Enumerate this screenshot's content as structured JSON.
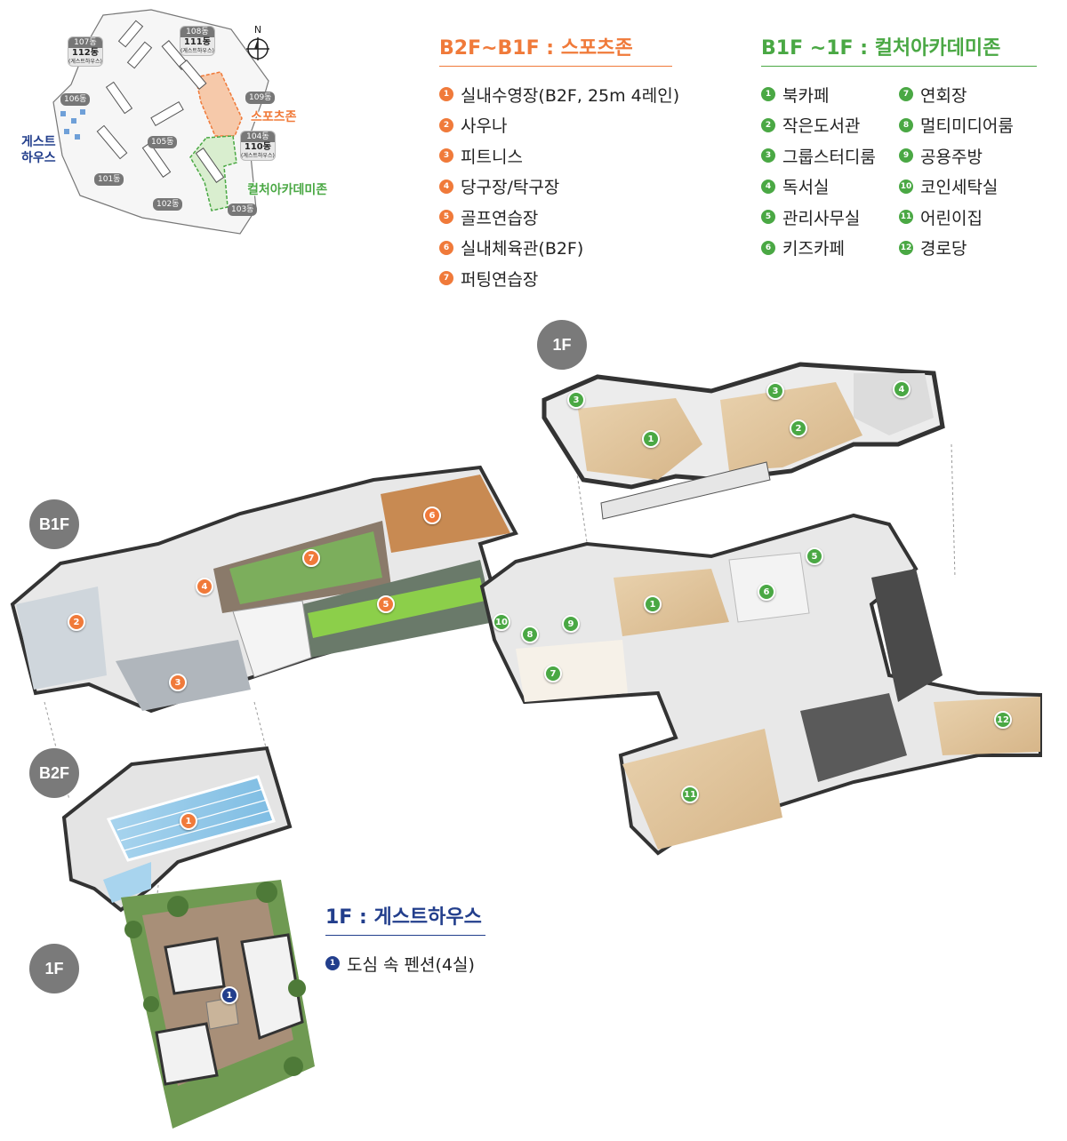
{
  "colors": {
    "sports": "#f07a3a",
    "culture": "#4aa844",
    "guest": "#223e8c",
    "badge": "#7a7a7a"
  },
  "sitemap": {
    "buildings": {
      "b107": "107동",
      "b112": "112동",
      "b112_sub": "(게스트하우스)",
      "b108": "108동",
      "b111": "111동",
      "b111_sub": "(게스트하우스)",
      "b106": "106동",
      "b109": "109동",
      "b105": "105동",
      "b104": "104동",
      "b110": "110동",
      "b110_sub": "(게스트하우스)",
      "b101": "101동",
      "b102": "102동",
      "b103": "103동"
    },
    "compass": "N",
    "labels": {
      "sports": "스포츠존",
      "culture": "컬처아카데미존",
      "guest_line1": "게스트",
      "guest_line2": "하우스"
    }
  },
  "sports_legend": {
    "title": "B2F~B1F : 스포츠존",
    "items": [
      {
        "n": "1",
        "label": "실내수영장(B2F, 25m 4레인)"
      },
      {
        "n": "2",
        "label": "사우나"
      },
      {
        "n": "3",
        "label": "피트니스"
      },
      {
        "n": "4",
        "label": "당구장/탁구장"
      },
      {
        "n": "5",
        "label": "골프연습장"
      },
      {
        "n": "6",
        "label": "실내체육관(B2F)"
      },
      {
        "n": "7",
        "label": "퍼팅연습장"
      }
    ]
  },
  "culture_legend": {
    "title": "B1F ~1F : 컬처아카데미존",
    "col1": [
      {
        "n": "1",
        "label": "북카페"
      },
      {
        "n": "2",
        "label": "작은도서관"
      },
      {
        "n": "3",
        "label": "그룹스터디룸"
      },
      {
        "n": "4",
        "label": "독서실"
      },
      {
        "n": "5",
        "label": "관리사무실"
      },
      {
        "n": "6",
        "label": "키즈카페"
      }
    ],
    "col2": [
      {
        "n": "7",
        "label": "연회장"
      },
      {
        "n": "8",
        "label": "멀티미디어룸"
      },
      {
        "n": "9",
        "label": "공용주방"
      },
      {
        "n": "10",
        "label": "코인세탁실"
      },
      {
        "n": "11",
        "label": "어린이집"
      },
      {
        "n": "12",
        "label": "경로당"
      }
    ]
  },
  "guest_legend": {
    "title": "1F : 게스트하우스",
    "items": [
      {
        "n": "1",
        "label": "도심 속 펜션(4실)"
      }
    ]
  },
  "floors": {
    "f1_top": "1F",
    "b1": "B1F",
    "b2": "B2F",
    "f1_bottom": "1F"
  },
  "markers": {
    "top1f": [
      "3",
      "1",
      "3",
      "2",
      "4"
    ],
    "b1_sports": [
      "2",
      "4",
      "7",
      "6",
      "5",
      "3"
    ],
    "b1_culture": [
      "10",
      "8",
      "9",
      "1",
      "6",
      "5",
      "7",
      "11",
      "12"
    ],
    "b2": [
      "1"
    ],
    "guest": [
      "1"
    ]
  }
}
